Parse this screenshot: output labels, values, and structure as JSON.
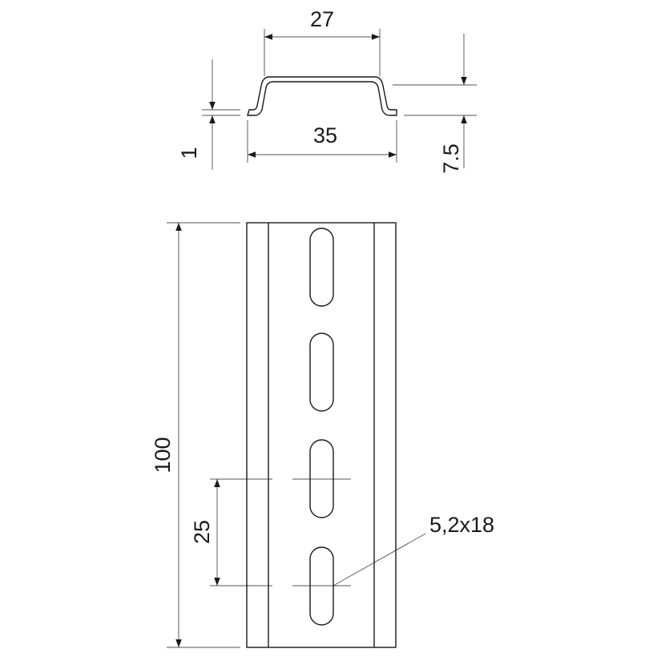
{
  "dimensions": {
    "top_width": "27",
    "overall_width": "35",
    "thickness": "1",
    "height": "7.5",
    "length": "100",
    "slot_pitch": "25",
    "slot_size": "5,2x18"
  }
}
